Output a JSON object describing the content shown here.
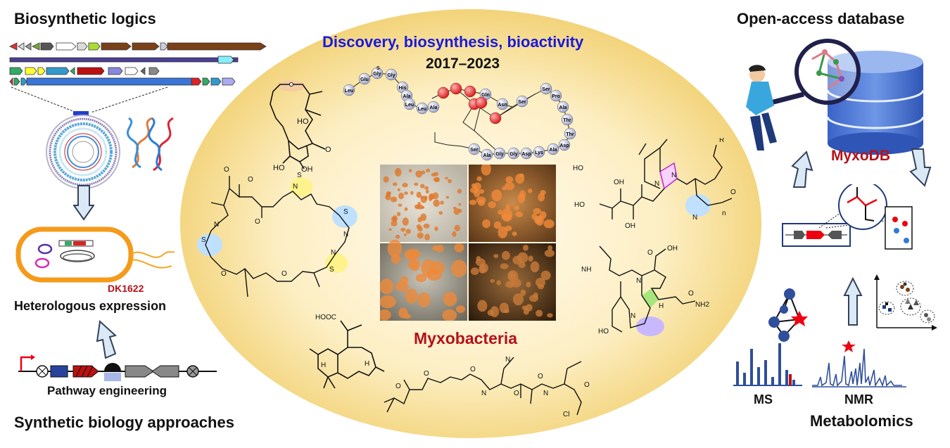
{
  "corners": {
    "top_left": "Biosynthetic logics",
    "top_right": "Open-access database",
    "bottom_left": "Synthetic biology approaches",
    "bottom_right": "Metabolomics"
  },
  "center": {
    "title_line1": "Discovery, biosynthesis, bioactivity",
    "title_line2": "2017–2023",
    "label": "Myxobacteria"
  },
  "left_panel": {
    "strain": "DK1622",
    "heterologous": "Heterologous expression",
    "pathway": "Pathway engineering"
  },
  "right_panel": {
    "database": "MyxoDB",
    "ms": "MS",
    "nmr": "NMR"
  },
  "peptide": {
    "residues": [
      "Leu",
      "Glu",
      "Gly",
      "Gly",
      "His",
      "Ala",
      "Leu",
      "Leu",
      "Ala",
      "Gln",
      "Asn",
      "Ser",
      "Ser",
      "Pro",
      "Ala",
      "Thr",
      "Thr",
      "Asp",
      "Ala",
      "Lys",
      "Asp",
      "Gly",
      "Gly",
      "Ala",
      "Ser"
    ],
    "sulfur": "S"
  },
  "chem_labels": {
    "ho": "HO",
    "oh": "OH",
    "o": "O",
    "n": "N",
    "s": "S",
    "nh": "NH",
    "h": "H",
    "cl": "Cl",
    "r": "R",
    "nh2": "NH2",
    "hooc": "HOOC",
    "n_sub": "n"
  },
  "colors": {
    "blue_title": "#1a1adb",
    "red_label": "#b3121a",
    "ellipse_center": "#fdf0c2",
    "ellipse_edge": "#f3d67a",
    "arrow_fill": "#dbe9f7",
    "arrow_stroke": "#33415c"
  }
}
